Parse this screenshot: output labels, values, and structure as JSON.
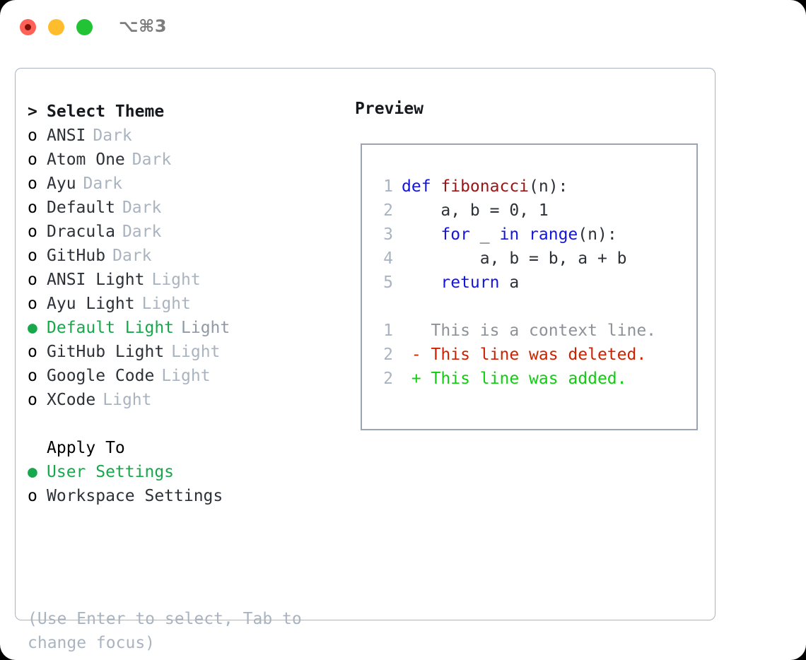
{
  "titlebar": {
    "shortcut": "⌥⌘3",
    "buttons": [
      "close",
      "minimize",
      "maximize"
    ]
  },
  "theme_list": {
    "header_marker": ">",
    "header": "Select Theme",
    "unselected_marker": "o",
    "selected_marker": "●",
    "items": [
      {
        "name": "ANSI",
        "suffix": "Dark",
        "selected": false
      },
      {
        "name": "Atom One",
        "suffix": "Dark",
        "selected": false
      },
      {
        "name": "Ayu",
        "suffix": "Dark",
        "selected": false
      },
      {
        "name": "Default",
        "suffix": "Dark",
        "selected": false
      },
      {
        "name": "Dracula",
        "suffix": "Dark",
        "selected": false
      },
      {
        "name": "GitHub",
        "suffix": "Dark",
        "selected": false
      },
      {
        "name": "ANSI Light",
        "suffix": "Light",
        "selected": false
      },
      {
        "name": "Ayu Light",
        "suffix": "Light",
        "selected": false
      },
      {
        "name": "Default Light",
        "suffix": "Light",
        "selected": true
      },
      {
        "name": "GitHub Light",
        "suffix": "Light",
        "selected": false
      },
      {
        "name": "Google Code",
        "suffix": "Light",
        "selected": false
      },
      {
        "name": "XCode",
        "suffix": "Light",
        "selected": false
      }
    ]
  },
  "apply_to": {
    "header": "Apply To",
    "items": [
      {
        "name": "User Settings",
        "selected": true
      },
      {
        "name": "Workspace Settings",
        "selected": false
      }
    ]
  },
  "hint": "(Use Enter to select, Tab to change focus)",
  "preview": {
    "title": "Preview",
    "code_lines": [
      {
        "num": "1",
        "tokens": [
          {
            "t": "def ",
            "c": "kw"
          },
          {
            "t": "fibonacci",
            "c": "fn"
          },
          {
            "t": "(n):",
            "c": "plain"
          }
        ]
      },
      {
        "num": "2",
        "tokens": [
          {
            "t": "    a, b = 0, 1",
            "c": "plain"
          }
        ]
      },
      {
        "num": "3",
        "tokens": [
          {
            "t": "    ",
            "c": "plain"
          },
          {
            "t": "for",
            "c": "kw"
          },
          {
            "t": " _ ",
            "c": "plain"
          },
          {
            "t": "in ",
            "c": "kw"
          },
          {
            "t": "range",
            "c": "kw"
          },
          {
            "t": "(n):",
            "c": "plain"
          }
        ]
      },
      {
        "num": "4",
        "tokens": [
          {
            "t": "        a, b = b, a + b",
            "c": "plain"
          }
        ]
      },
      {
        "num": "5",
        "tokens": [
          {
            "t": "    ",
            "c": "plain"
          },
          {
            "t": "return",
            "c": "kw"
          },
          {
            "t": " a",
            "c": "plain"
          }
        ]
      }
    ],
    "diff_lines": [
      {
        "num": "1",
        "sign": " ",
        "text": "This is a context line.",
        "c": "ctx"
      },
      {
        "num": "2",
        "sign": "-",
        "text": "This line was deleted.",
        "c": "del"
      },
      {
        "num": "2",
        "sign": "+",
        "text": "This line was added.",
        "c": "add"
      }
    ]
  },
  "colors": {
    "selected_green": "#16a84a",
    "diff_add_green": "#11cc11",
    "diff_del_red": "#cc2200",
    "keyword_blue": "#1414e0",
    "function_red": "#9c1414",
    "muted_gray": "#a9b4c0",
    "border_gray": "#99a5b2"
  }
}
